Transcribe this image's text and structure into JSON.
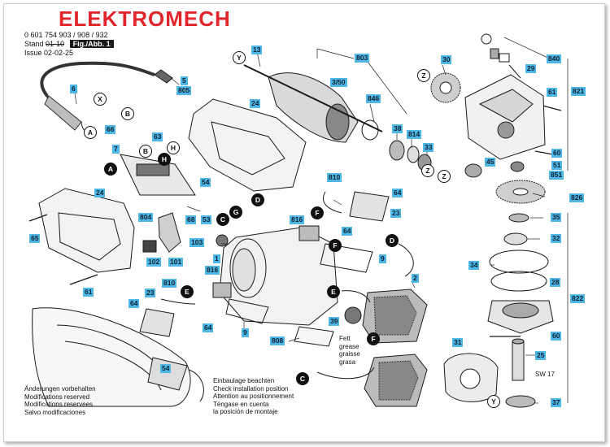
{
  "brand": "ELEKTROMECH",
  "doc": {
    "part_no": "0 601 754 903 / 908 / 932",
    "stand_label": "Stand",
    "stand_value": "01-10",
    "issue_label": "Issue",
    "issue_value": "02-02-25",
    "fig_label": "Fig./Abb. 1"
  },
  "notes": {
    "modifications": [
      "Änderungen vorbehalten",
      "Modifications reserved",
      "Modifications reservees",
      "Salvo modificaciones"
    ],
    "installation": [
      "Einbaulage beachten",
      "Check installation position",
      "Attention au positionnement",
      "Téngase en cuenta",
      "la posición de montaje"
    ],
    "grease": [
      "Fett",
      "grease",
      "graisse",
      "grasa"
    ],
    "spindle_size": "SW 17"
  },
  "labels": {
    "p13": "13",
    "p803": "803",
    "p30": "30",
    "p840": "840",
    "p29": "29",
    "p61a": "61",
    "p821": "821",
    "p5": "5",
    "p805": "805",
    "p350": "3/50",
    "p6": "6",
    "p24a": "24",
    "p846": "846",
    "p38": "38",
    "p814": "814",
    "p66": "66",
    "p63": "63",
    "p7": "7",
    "p33": "33",
    "p60a": "60",
    "p51": "51",
    "p851": "851",
    "p45": "45",
    "p810a": "810",
    "p54a": "54",
    "p64a": "64",
    "p826": "826",
    "p24b": "24",
    "p804": "804",
    "p68": "68",
    "p53": "53",
    "p23a": "23",
    "p816a": "816",
    "p64b": "64",
    "p35": "35",
    "p65": "65",
    "p103": "103",
    "p1": "1",
    "p32": "32",
    "p102": "102",
    "p101": "101",
    "p9a": "9",
    "p34": "34",
    "p816b": "816",
    "p2": "2",
    "p28": "28",
    "p61b": "61",
    "p810b": "810",
    "p23b": "23",
    "p64c": "64",
    "p822": "822",
    "p64d": "64",
    "p39": "39",
    "p9b": "9",
    "p60b": "60",
    "p808": "808",
    "p31": "31",
    "p25": "25",
    "p54b": "54",
    "p37": "37"
  },
  "connectors": {
    "c1": "Y",
    "c2": "X",
    "c3": "B",
    "c4": "A",
    "c5": "B",
    "c6": "H",
    "c7": "A",
    "c8": "H",
    "c9": "C",
    "c10": "G",
    "c11": "D",
    "c12": "Z",
    "c13": "Z",
    "c14": "Z",
    "c15": "F",
    "c16": "F",
    "c17": "D",
    "c18": "E",
    "c19": "E",
    "c20": "F",
    "c21": "C",
    "c22": "Y"
  },
  "colors": {
    "brand": "#e0262a",
    "label_bg": "#4fb7e6"
  }
}
